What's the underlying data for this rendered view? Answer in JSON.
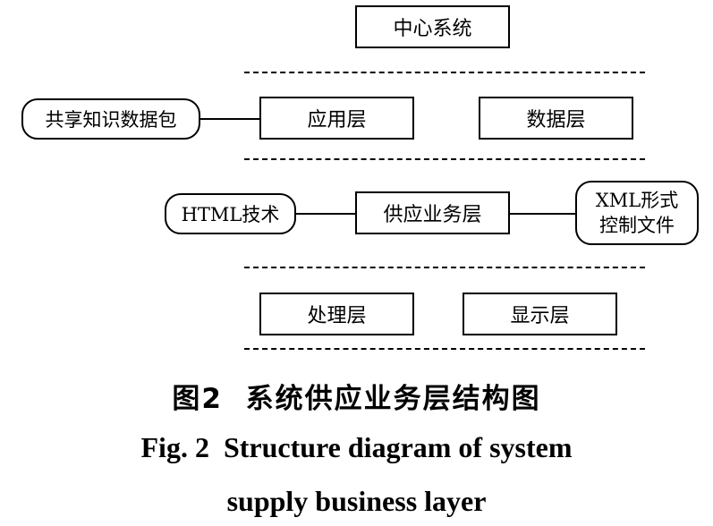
{
  "diagram": {
    "center_system": "中心系统",
    "application_layer": "应用层",
    "data_layer": "数据层",
    "shared_knowledge_package": "共享知识数据包",
    "html_tech": "HTML技术",
    "supply_business_layer": "供应业务层",
    "xml_form_line1": "XML形式",
    "xml_form_line2": "控制文件",
    "processing_layer": "处理层",
    "display_layer": "显示层"
  },
  "caption": {
    "chinese": "图2  系统供应业务层结构图",
    "english_line1": "Fig. 2  Structure diagram of system",
    "english_line2": "supply business layer"
  }
}
